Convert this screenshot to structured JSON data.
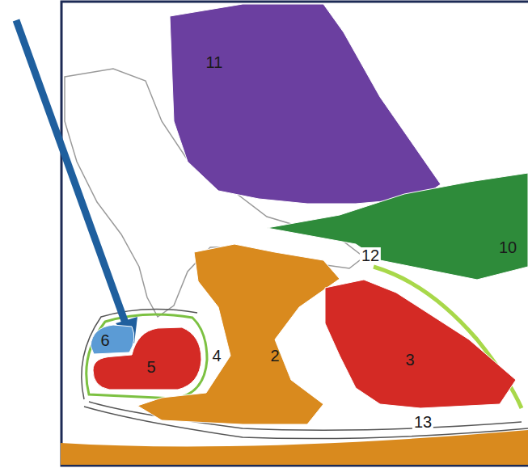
{
  "diagram": {
    "nodes": [
      {
        "text": [
          "11"
        ]
      },
      {
        "text": [
          "10"
        ]
      },
      {
        "text": [
          "6"
        ]
      },
      {
        "text": [
          "5"
        ]
      },
      {
        "text": [
          "2"
        ]
      },
      {
        "text": [
          "3"
        ]
      }
    ],
    "labels": [
      "12",
      "4",
      "13"
    ]
  }
}
